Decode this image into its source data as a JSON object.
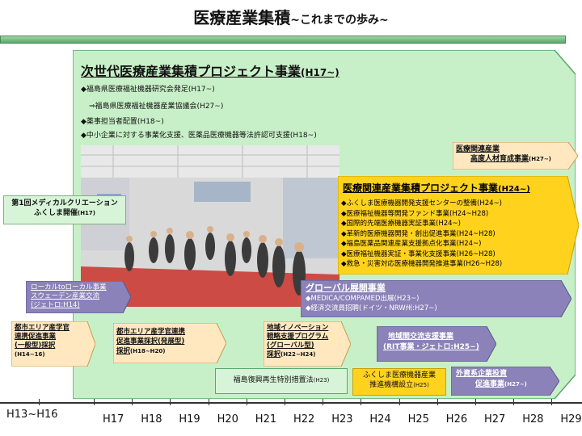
{
  "title": {
    "main": "医療産業集積",
    "sub": "~これまでの歩み~"
  },
  "main_project": {
    "title": "次世代医療産業集積プロジェクト事業",
    "title_suffix": "(H17~)",
    "bullets": [
      "◆福島県医療福祉機器研究会発足(H17~)",
      "⇒福島県医療福祉機器産業協議会(H27~)",
      "◆薬事担当者配置(H18~)",
      "◆中小企業に対する事業化支援、医薬品医療機器等法許認可支援(H18~)"
    ]
  },
  "hr_project": {
    "line1": "医療関連産業",
    "line2": "高度人材育成事業",
    "suffix": "(H27~)"
  },
  "kanren_project": {
    "title": "医療関連産業集積プロジェクト事業",
    "title_suffix": "(H24~)",
    "bullets": [
      "◆ふくしま医療機器開発支援センターの整備(H24~)",
      "◆医療福祉機器等開発ファンド事業(H24~H28)",
      "◆国際的先端医療機器実証事業(H24~)",
      "◆革新的医療機器開発・創出促進事業(H24~H28)",
      "◆福島医薬品関連産業支援拠点化事業(H24~)",
      "◆医療福祉機器実証・事業化支援事業(H26~H28)",
      "◆救急・災害対応医療機器開発推進事業(H26~H28)"
    ]
  },
  "medical_creation": {
    "line1": "第1回メディカルクリエーション",
    "line2": "ふくしま開催",
    "suffix": "(H17)"
  },
  "sweden": {
    "line1": "ローカルtoローカル事業",
    "line2": "スウェーデン産業交流",
    "line3": "(ジェトロ:H14)"
  },
  "global": {
    "title": "グローバル展開事業",
    "bullets": [
      "◆MEDICA/COMPAMED出展(H23~)",
      "◆経済交流員招聘(ドイツ・NRW州:H27~)"
    ]
  },
  "toshi_general": {
    "line1": "都市エリア産学官",
    "line2": "連携促進事業",
    "line3": "(一般型)採択",
    "line4": "(H14~16)"
  },
  "toshi_hatten": {
    "line1": "都市エリア産学官連携",
    "line2": "促進事業採択(発展型)",
    "line3": "採択",
    "line3b": "(H18~H20)"
  },
  "chiiki_innov": {
    "line1": "地域イノベーション",
    "line2": "戦略支援プログラム",
    "line3": "(グローバル型)",
    "line4": "採択",
    "line4b": "(H22~H24)"
  },
  "chiikikan": {
    "line1": "地域間交流支援事業",
    "line2": "(RIT事業・ジェトロ:H25~)"
  },
  "fukko": {
    "label": "福島復興再生特別措置法",
    "suffix": "(H23)"
  },
  "center": {
    "line1": "ふくしま医療機器産業",
    "line2": "推進機構設立",
    "suffix": "(H25)"
  },
  "gaishi": {
    "line1": "外資系企業投資",
    "line2": "促進事業",
    "suffix": "(H27~)"
  },
  "timeline": {
    "first": "H13~H16",
    "years": [
      "H17",
      "H18",
      "H19",
      "H20",
      "H21",
      "H22",
      "H23",
      "H24",
      "H25",
      "H26",
      "H27",
      "H28",
      "H29"
    ]
  },
  "colors": {
    "main_band": "#c8f0c8",
    "yellow": "#ffd21e",
    "purple": "#8a82b8",
    "green_box": "#d8f4d8",
    "orange": "#ffe8c0"
  }
}
